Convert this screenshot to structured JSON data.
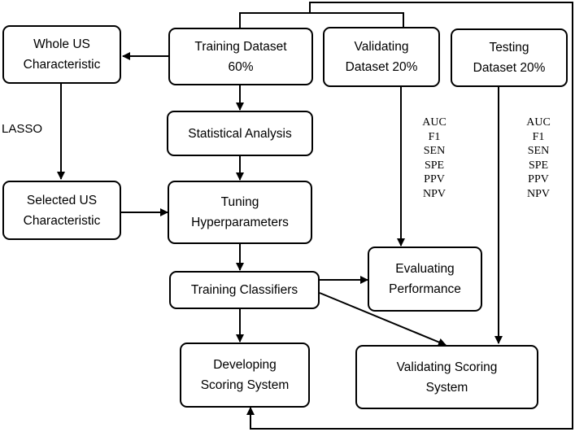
{
  "nodes": {
    "whole_us": "Whole US\nCharacteristic",
    "training": "Training Dataset\n60%",
    "validating": "Validating\nDataset 20%",
    "testing": "Testing\nDataset 20%",
    "statistical": "Statistical Analysis",
    "selected_us": "Selected US\nCharacteristic",
    "tuning": "Tuning\nHyperparameters",
    "training_classifiers": "Training Classifiers",
    "evaluating": "Evaluating\nPerformance",
    "developing": "Developing\nScoring System",
    "validating_scoring": "Validating Scoring\nSystem"
  },
  "edge_labels": {
    "lasso": "LASSO"
  },
  "metrics_validating": [
    "AUC",
    "F1",
    "SEN",
    "SPE",
    "PPV",
    "NPV"
  ],
  "metrics_testing": [
    "AUC",
    "F1",
    "SEN",
    "SPE",
    "PPV",
    "NPV"
  ]
}
